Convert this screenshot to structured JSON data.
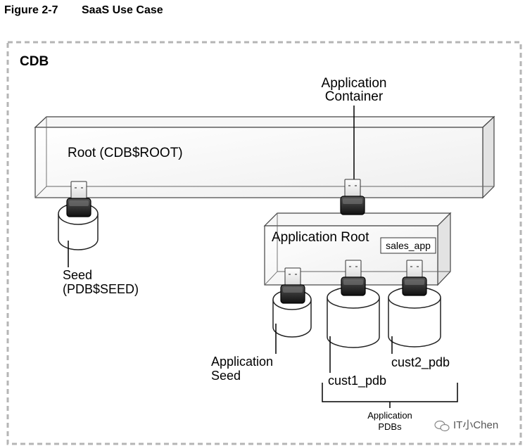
{
  "figure": {
    "number": "Figure 2-7",
    "title": "SaaS Use Case"
  },
  "cdb_label": "CDB",
  "root_label": "Root (CDB$ROOT)",
  "app_container_label": {
    "line1": "Application",
    "line2": "Container"
  },
  "app_root_label": "Application Root",
  "sales_app_label": "sales_app",
  "seed_label": {
    "line1": "Seed",
    "line2": "(PDB$SEED)"
  },
  "app_seed_label": {
    "line1": "Application",
    "line2": "Seed"
  },
  "cust1_label": "cust1_pdb",
  "cust2_label": "cust2_pdb",
  "app_pdbs_label": {
    "line1": "Application",
    "line2": "PDBs"
  },
  "watermark": "IT小Chen"
}
